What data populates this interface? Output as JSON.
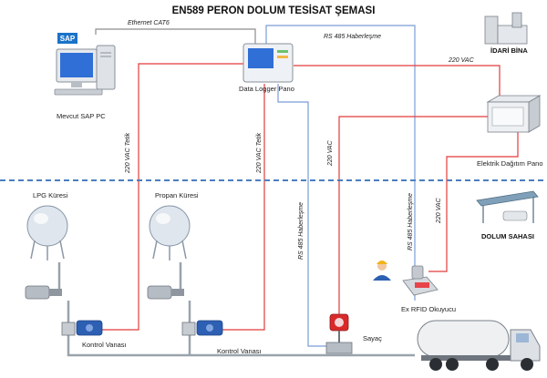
{
  "title": "EN589 PERON DOLUM TESİSAT ŞEMASI",
  "nodes": {
    "sap_pc": {
      "label": "Mevcut SAP PC",
      "logo_text": "SAP"
    },
    "data_logger": {
      "label": "Data Logger Pano"
    },
    "idari_bina": {
      "label": "İDARİ BİNA"
    },
    "elektrik_pano": {
      "label": "Elektrik Dağıtım Pano"
    },
    "dolum_sahasi": {
      "label": "DOLUM SAHASI"
    },
    "lpg_kuresi": {
      "label": "LPG Küresi"
    },
    "propan_kuresi": {
      "label": "Propan Küresi"
    },
    "kontrol_vanasi_1": {
      "label": "Kontrol Vanası"
    },
    "kontrol_vanasi_2": {
      "label": "Kontrol Vanası"
    },
    "sayac": {
      "label": "Sayaç"
    },
    "rfid": {
      "label": "Ex RFID Okuyucu"
    }
  },
  "edges": {
    "ethernet": {
      "label": "Ethernet CAT6",
      "color": "#8c8c8c"
    },
    "rs485_top": {
      "label": "RS 485 Haberleşme",
      "color": "#7a9cd6"
    },
    "vac_top_right": {
      "label": "220 VAC",
      "color": "#e23b3b"
    },
    "vac_tetik_1": {
      "label": "220 VAC Tetik",
      "color": "#e23b3b"
    },
    "vac_tetik_2": {
      "label": "220 VAC Tetik",
      "color": "#e23b3b"
    },
    "vac_mid": {
      "label": "220 VAC",
      "color": "#e23b3b"
    },
    "rs485_sayac": {
      "label": "RS 485 Haberleşme",
      "color": "#7a9cd6"
    },
    "rs485_rfid": {
      "label": "RS 485 Haberleşme",
      "color": "#7a9cd6"
    },
    "vac_rfid": {
      "label": "220 VAC",
      "color": "#e23b3b"
    }
  },
  "zone_separator_color": "#4a7fc0"
}
